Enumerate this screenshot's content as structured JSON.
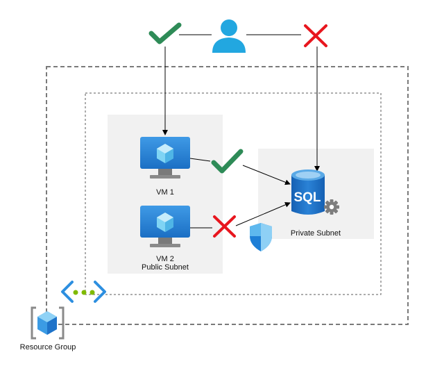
{
  "labels": {
    "vm1": "VM 1",
    "vm2": "VM 2",
    "public_subnet": "Public Subnet",
    "private_subnet": "Private Subnet",
    "resource_group": "Resource Group",
    "sql": "SQL"
  },
  "colors": {
    "allowed_check": "#2e8b57",
    "denied_cross": "#e8161e",
    "user": "#22a7e0",
    "vm_monitor": "#2f88d8",
    "sql_db": "#1d6fc2",
    "subnet_fill": "#f1f1f1",
    "shield": "#1e7fd6",
    "network_accent": "#7fba00"
  },
  "icons": {
    "user": "user-icon",
    "vm": "virtual-machine-icon",
    "sql": "sql-database-icon",
    "shield": "security-shield-icon",
    "gear": "gear-icon",
    "network": "virtual-network-icon",
    "resource_group": "resource-group-icon",
    "allowed": "check-icon",
    "denied": "cross-icon"
  }
}
